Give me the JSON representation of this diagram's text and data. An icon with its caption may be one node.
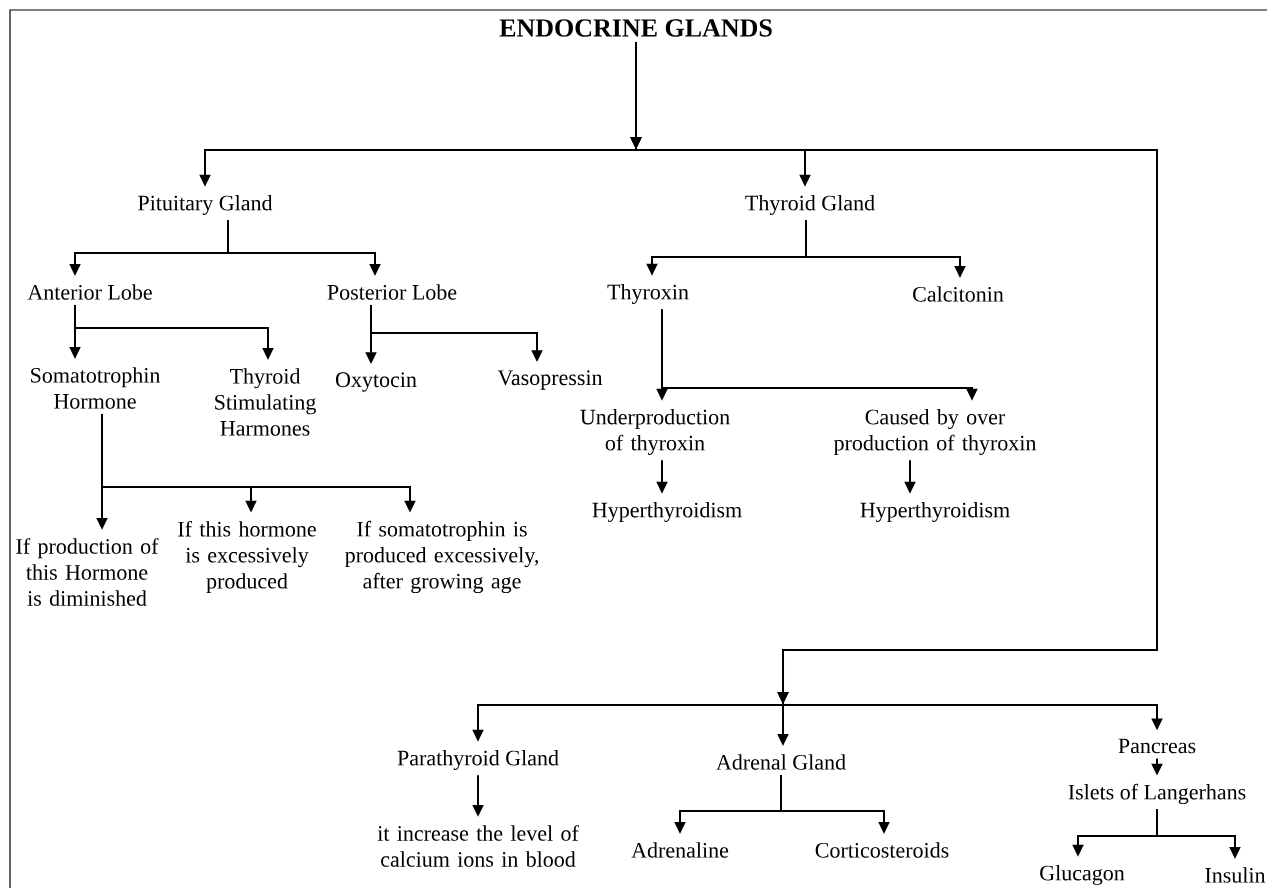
{
  "diagram": {
    "nodes": [
      {
        "text": [
          "ENDOCRINE GLANDS"
        ]
      },
      {
        "text": [
          "Pituitary Gland"
        ]
      },
      {
        "text": [
          "Thyroid Gland"
        ]
      },
      {
        "text": [
          "Anterior Lobe"
        ]
      },
      {
        "text": [
          "Posterior Lobe"
        ]
      },
      {
        "text": [
          "Thyroxin"
        ]
      },
      {
        "text": [
          "Calcitonin"
        ]
      },
      {
        "text": [
          "Somatotrophin Hormone"
        ]
      },
      {
        "text": [
          "Thyroid Stimulating Harmones"
        ]
      },
      {
        "text": [
          "Oxytocin"
        ]
      },
      {
        "text": [
          "Vasopressin"
        ]
      },
      {
        "text": [
          "Underproduction of thyroxin"
        ]
      },
      {
        "text": [
          "Caused by over production of thyroxin"
        ]
      },
      {
        "text": [
          "Hyperthyroidism"
        ]
      },
      {
        "text": [
          "Hyperthyroidism"
        ]
      },
      {
        "text": [
          "If production of this Hormone is diminished"
        ]
      },
      {
        "text": [
          "If this hormone is excessively produced"
        ]
      },
      {
        "text": [
          "If somatotrophin is produced excessively, after growing age"
        ]
      },
      {
        "text": [
          "Parathyroid Gland"
        ]
      },
      {
        "text": [
          "Adrenal Gland"
        ]
      },
      {
        "text": [
          "Pancreas"
        ]
      },
      {
        "text": [
          "it increase the level of calcium ions in blood"
        ]
      },
      {
        "text": [
          "Adrenaline"
        ]
      },
      {
        "text": [
          "Corticosteroids"
        ]
      },
      {
        "text": [
          "Islets of Langerhans"
        ]
      },
      {
        "text": [
          "Glucagon"
        ]
      },
      {
        "text": [
          "Insulin"
        ]
      }
    ],
    "edges": [
      {
        "from": 0,
        "to": 1,
        "arrow": "to"
      },
      {
        "from": 0,
        "to": 2,
        "arrow": "to"
      },
      {
        "from": 0,
        "to": 18,
        "arrow": "to"
      },
      {
        "from": 0,
        "to": 19,
        "arrow": "to"
      },
      {
        "from": 0,
        "to": 20,
        "arrow": "to"
      },
      {
        "from": 1,
        "to": 3,
        "arrow": "to"
      },
      {
        "from": 1,
        "to": 4,
        "arrow": "to"
      },
      {
        "from": 2,
        "to": 5,
        "arrow": "to"
      },
      {
        "from": 2,
        "to": 6,
        "arrow": "to"
      },
      {
        "from": 3,
        "to": 7,
        "arrow": "to"
      },
      {
        "from": 3,
        "to": 8,
        "arrow": "to"
      },
      {
        "from": 4,
        "to": 9,
        "arrow": "to"
      },
      {
        "from": 4,
        "to": 10,
        "arrow": "to"
      },
      {
        "from": 5,
        "to": 11,
        "arrow": "to"
      },
      {
        "from": 5,
        "to": 12,
        "arrow": "to"
      },
      {
        "from": 11,
        "to": 13,
        "arrow": "to"
      },
      {
        "from": 12,
        "to": 14,
        "arrow": "to"
      },
      {
        "from": 7,
        "to": 15,
        "arrow": "to"
      },
      {
        "from": 7,
        "to": 16,
        "arrow": "to"
      },
      {
        "from": 7,
        "to": 17,
        "arrow": "to"
      },
      {
        "from": 18,
        "to": 21,
        "arrow": "to"
      },
      {
        "from": 19,
        "to": 22,
        "arrow": "to"
      },
      {
        "from": 19,
        "to": 23,
        "arrow": "to"
      },
      {
        "from": 20,
        "to": 24,
        "arrow": "to"
      },
      {
        "from": 24,
        "to": 25,
        "arrow": "to"
      },
      {
        "from": 24,
        "to": 26,
        "arrow": "to"
      }
    ]
  }
}
